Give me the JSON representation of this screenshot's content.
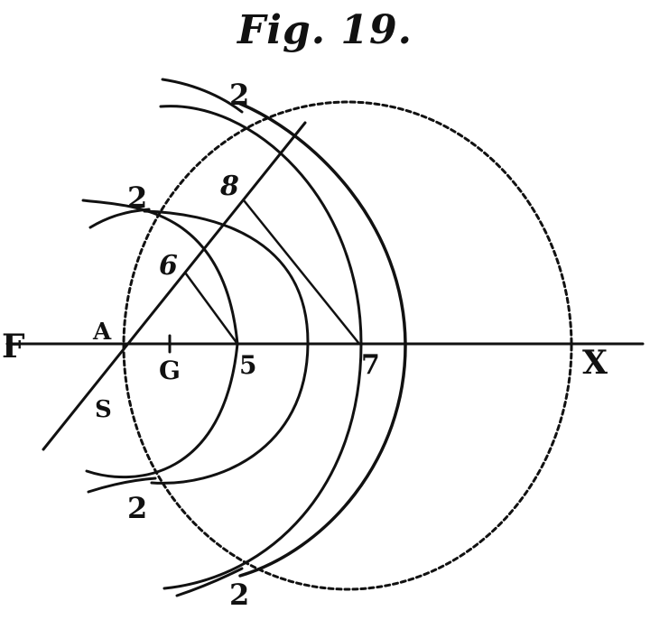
{
  "caption": "Fig. 19.",
  "labels": {
    "F": "F",
    "A": "A",
    "G": "G",
    "S": "S",
    "five": "5",
    "six": "6",
    "seven": "7",
    "eight": "8",
    "X": "X",
    "two": "2"
  },
  "colors": {
    "ink": "#111111",
    "paper": "#ffffff"
  }
}
